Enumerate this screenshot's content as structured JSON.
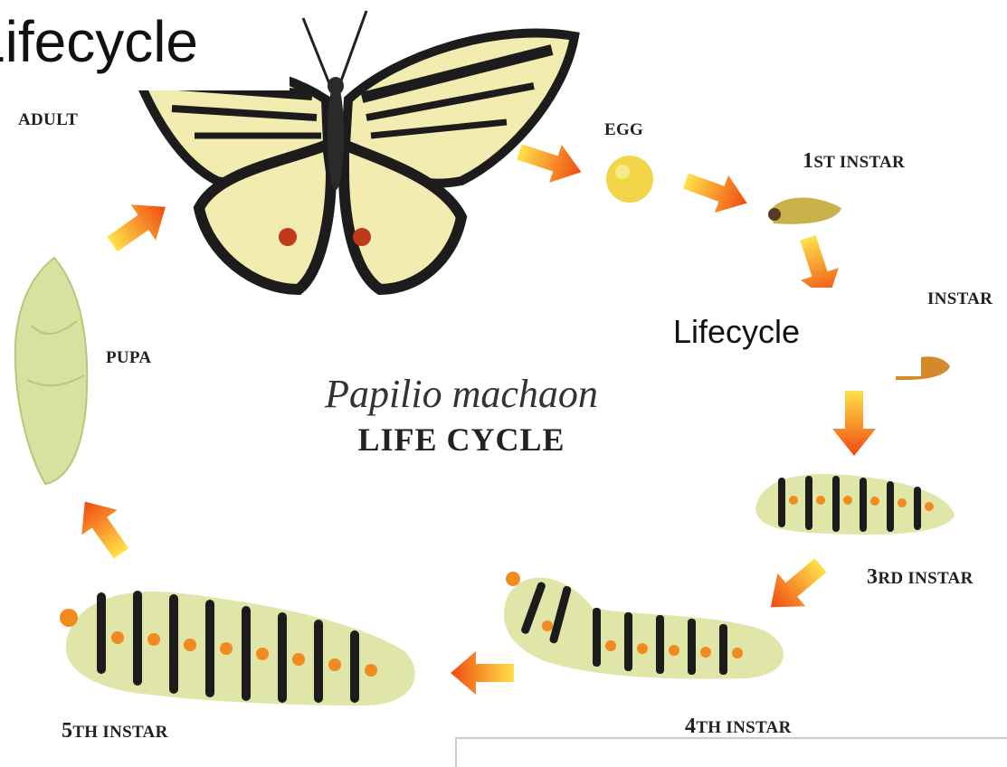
{
  "slide": {
    "title": "Lifecycle",
    "overlay_label": "Lifecycle"
  },
  "diagram": {
    "species": "Papilio machaon",
    "heading": "LIFE CYCLE",
    "stages": {
      "adult": "ADULT",
      "egg": "EGG",
      "instar1": {
        "num": "1",
        "suffix": "ST INSTAR"
      },
      "instar2": "INSTAR",
      "instar3": {
        "num": "3",
        "suffix": "RD INSTAR"
      },
      "instar4": {
        "num": "4",
        "suffix": "TH INSTAR"
      },
      "instar5": {
        "num": "5",
        "suffix": "TH INSTAR"
      },
      "pupa": "PUPA"
    }
  },
  "colors": {
    "arrow_start": "#ffe14a",
    "arrow_end": "#f04a10",
    "wing_yellow": "#f3ecb0",
    "wing_black": "#1c1c1c",
    "egg": "#f2d648",
    "caterpillar_body": "#dfe6a8",
    "caterpillar_spot": "#f18a1f",
    "pupa": "#d8e2a0"
  }
}
